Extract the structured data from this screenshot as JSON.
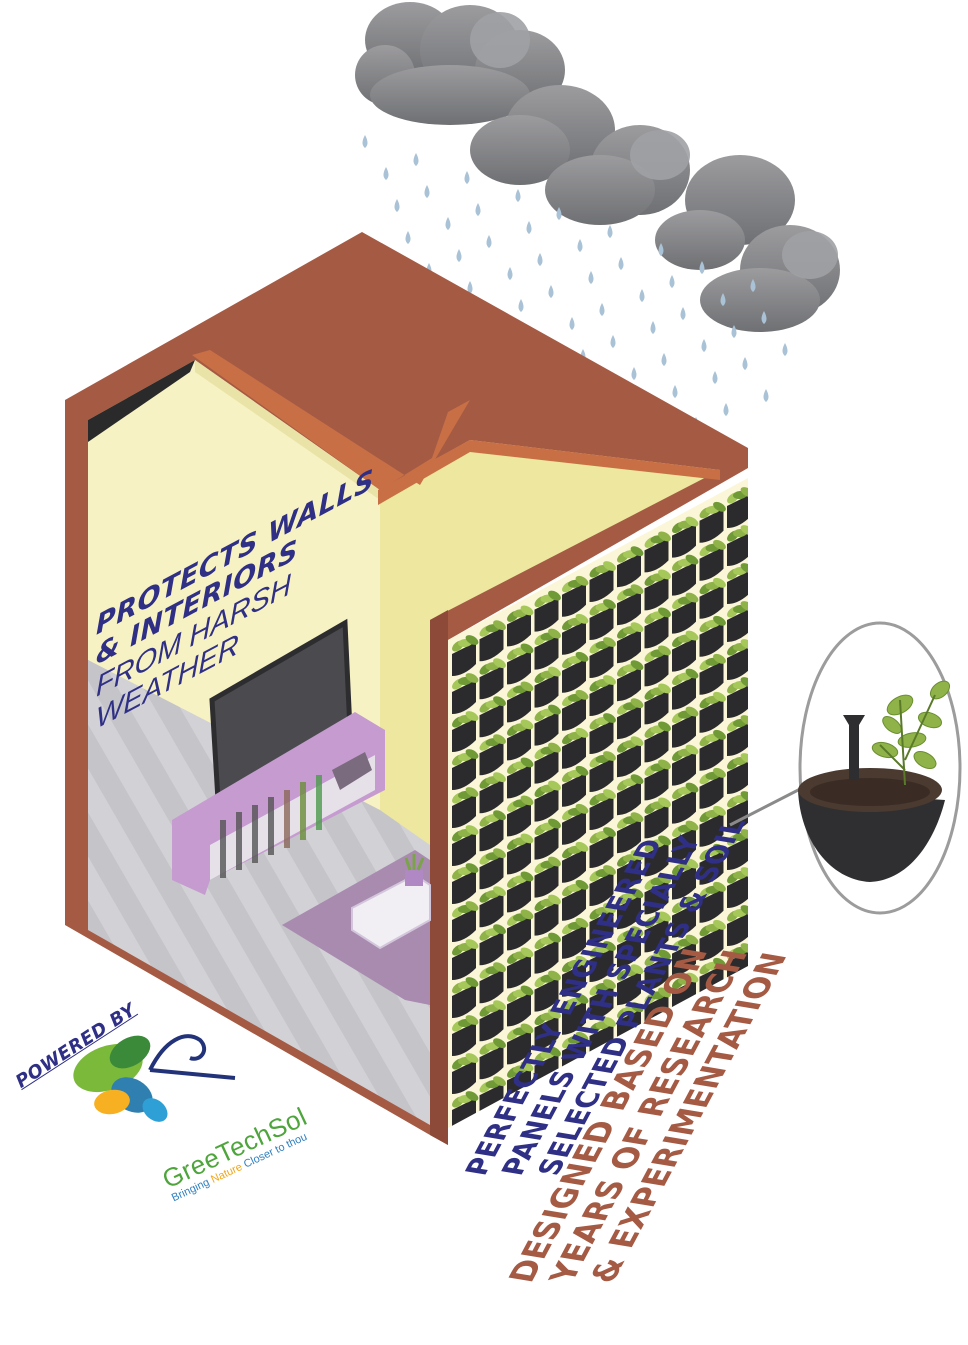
{
  "wall_text": {
    "line1": "PROTECTS WALLS",
    "line2": "& INTERIORS",
    "line3": "FROM HARSH",
    "line4": "WEATHER"
  },
  "panel_text": {
    "line1": "PERFECTLY   ENGINEERED",
    "line2": "PANELS  WITH  SPECIALLY",
    "line3": "SELECTED PLANTS & SOIL"
  },
  "research_text": {
    "line1": "DESIGNED  BASED  ON",
    "line2": "YEARS  OF  RESEARCH",
    "line3": "& EXPERIMENTATION"
  },
  "powered_by": "POWERED BY",
  "brand": {
    "name": "GreeTechSol",
    "tagline_1": "Bringing ",
    "tagline_highlight": "Nature",
    "tagline_2": " Closer to thou"
  },
  "colors": {
    "roof": "#a55a44",
    "roof_trim": "#c96f45",
    "wall": "#f7f2c4",
    "floor": "#cfcfd3",
    "tv_stand": "#c59bd0",
    "rug": "#a98bb0",
    "text_primary": "#2f2f86",
    "text_secondary": "#a55a44",
    "cloud": "#8a8b8e",
    "rain": "#a9c2d6",
    "plant_green": "#8fb349"
  }
}
